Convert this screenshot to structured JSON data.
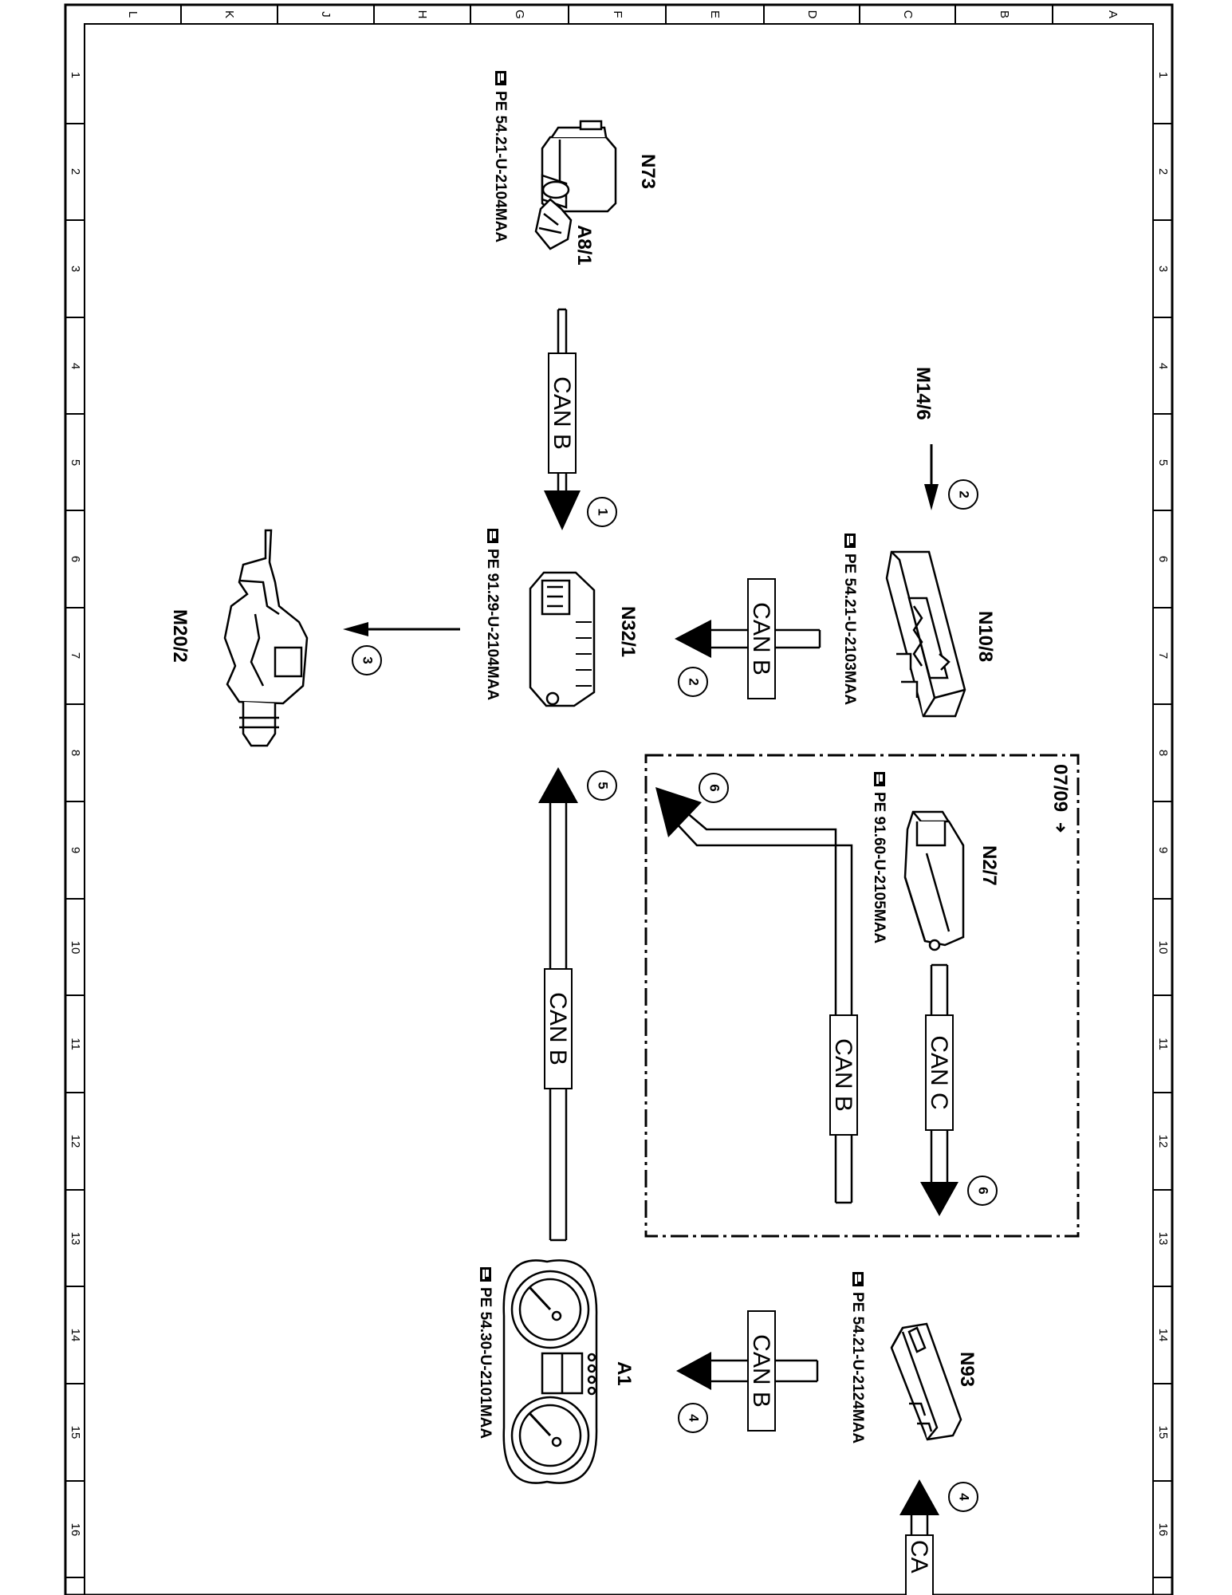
{
  "zones": {
    "letters": [
      "L",
      "K",
      "J",
      "H",
      "G",
      "F",
      "E",
      "D",
      "C",
      "B",
      "A"
    ],
    "numbers": [
      "1",
      "2",
      "3",
      "4",
      "5",
      "6",
      "7",
      "8",
      "9",
      "10",
      "11",
      "12",
      "13",
      "14",
      "15",
      "16"
    ]
  },
  "components": {
    "n73": "N73",
    "a8_1": "A8/1",
    "m14_6": "M14/6",
    "n10_8": "N10/8",
    "n32_1": "N32/1",
    "m20_2": "M20/2",
    "n2_7": "N2/7",
    "n93": "N93",
    "a1": "A1"
  },
  "references": {
    "ref_n73": "PE 54.21-U-2104MAA",
    "ref_n10_8": "PE 54.21-U-2103MAA",
    "ref_n32_1": "PE 91.29-U-2104MAA",
    "ref_n2_7": "PE 91.60-U-2105MAA",
    "ref_n93": "PE 54.21-U-2124MAA",
    "ref_a1": "PE 54.30-U-2101MAA"
  },
  "bus_labels": {
    "can_b": "CAN B",
    "can_c": "CAN C",
    "can_partial": "CA"
  },
  "step_numbers": {
    "s1": "1",
    "s2": "2",
    "s3": "3",
    "s4": "4",
    "s5": "5",
    "s6": "6"
  },
  "validity": "07/09"
}
